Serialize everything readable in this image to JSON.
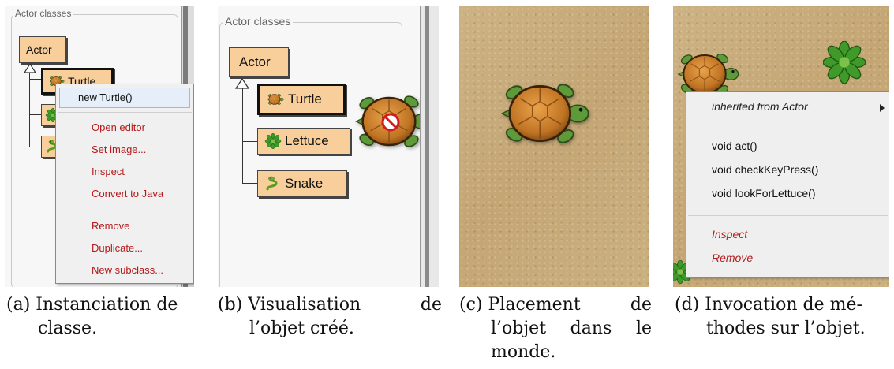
{
  "panel_a": {
    "group_title": "Actor classes",
    "root_class": "Actor",
    "selected_class": "Turtle",
    "context_menu": {
      "highlighted": "new Turtle()",
      "items": [
        "Open editor",
        "Set image...",
        "Inspect",
        "Convert to Java"
      ],
      "items2": [
        "Remove",
        "Duplicate...",
        "New subclass..."
      ]
    },
    "caption": {
      "tag": "(a)",
      "line1": "Instanciation de",
      "line2": "classe."
    }
  },
  "panel_b": {
    "group_title": "Actor classes",
    "classes": [
      "Actor",
      "Turtle",
      "Lettuce",
      "Snake"
    ],
    "caption": {
      "tag": "(b)",
      "line1": "Visualisation",
      "line1b": "de",
      "line2": "l’objet créé."
    }
  },
  "panel_c": {
    "caption": {
      "tag": "(c)",
      "line1": "Placement",
      "line1b": "de",
      "line2a": "l’objet",
      "line2b": "dans",
      "line2c": "le",
      "line3": "monde."
    }
  },
  "panel_d": {
    "context_menu": {
      "submenu": "inherited from Actor",
      "methods": [
        "void act()",
        "void checkKeyPress()",
        "void lookForLettuce()"
      ],
      "actions": [
        "Inspect",
        "Remove"
      ]
    },
    "caption": {
      "tag": "(d)",
      "line1": "Invocation de mé-",
      "line2": "thodes sur l’objet."
    }
  },
  "colors": {
    "class_fill": "#f8cf9b",
    "menu_red": "#b5191b",
    "sand": "#c9ad7e",
    "turtle_shell": "#c8802a",
    "turtle_skin": "#5f9a3a"
  }
}
